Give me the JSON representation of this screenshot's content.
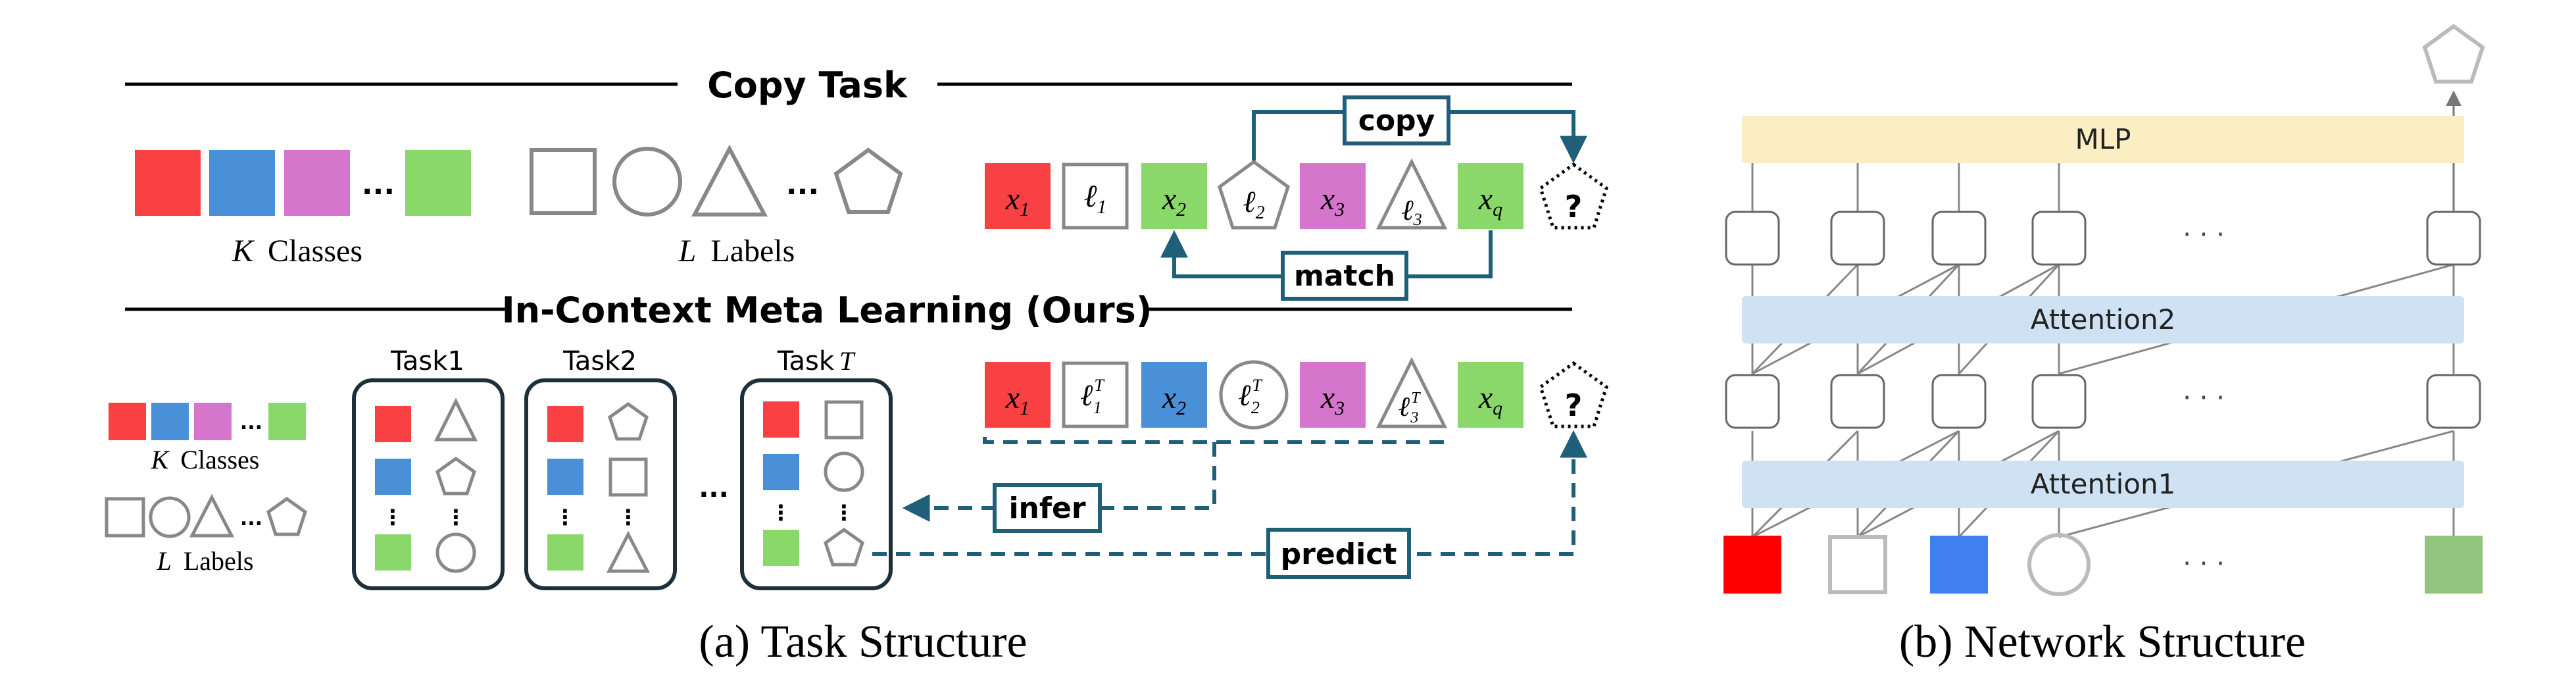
{
  "panel_a": {
    "copy_title": "Copy Task",
    "icml_title": "In-Context Meta Learning (Ours)",
    "k_label": "K",
    "classes_word": "Classes",
    "l_label": "L",
    "labels_word": "Labels",
    "dots": "...",
    "copy_label": "copy",
    "match_label": "match",
    "infer_label": "infer",
    "predict_label": "predict",
    "question": "?",
    "task1": "Task1",
    "task2": "Task2",
    "task_t": "Task",
    "task_t_var": "T",
    "tok": {
      "x1": "x",
      "x1_sub": "1",
      "l1": "ℓ",
      "l1_sub": "1",
      "x2": "x",
      "x2_sub": "2",
      "l2": "ℓ",
      "l2_sub": "2",
      "x3": "x",
      "x3_sub": "3",
      "l3": "ℓ",
      "l3_sub": "3",
      "xq": "x",
      "xq_sub": "q",
      "sup_t": "T"
    },
    "caption": "(a) Task Structure"
  },
  "panel_b": {
    "mlp": "MLP",
    "attention2": "Attention2",
    "attention1": "Attention1",
    "dots": "· · ·",
    "caption": "(b) Network Structure"
  },
  "colors": {
    "red": "#f94144",
    "blue": "#4a90d9",
    "pink": "#d575cc",
    "green": "#8ad86a",
    "teal": "#1f5f7a",
    "gray": "#888888",
    "mlp_fill": "#fbeec3",
    "attn_fill": "#cfe2f3",
    "net_red": "#ff0000",
    "net_blue": "#3f7fef",
    "net_green": "#93c47d"
  }
}
